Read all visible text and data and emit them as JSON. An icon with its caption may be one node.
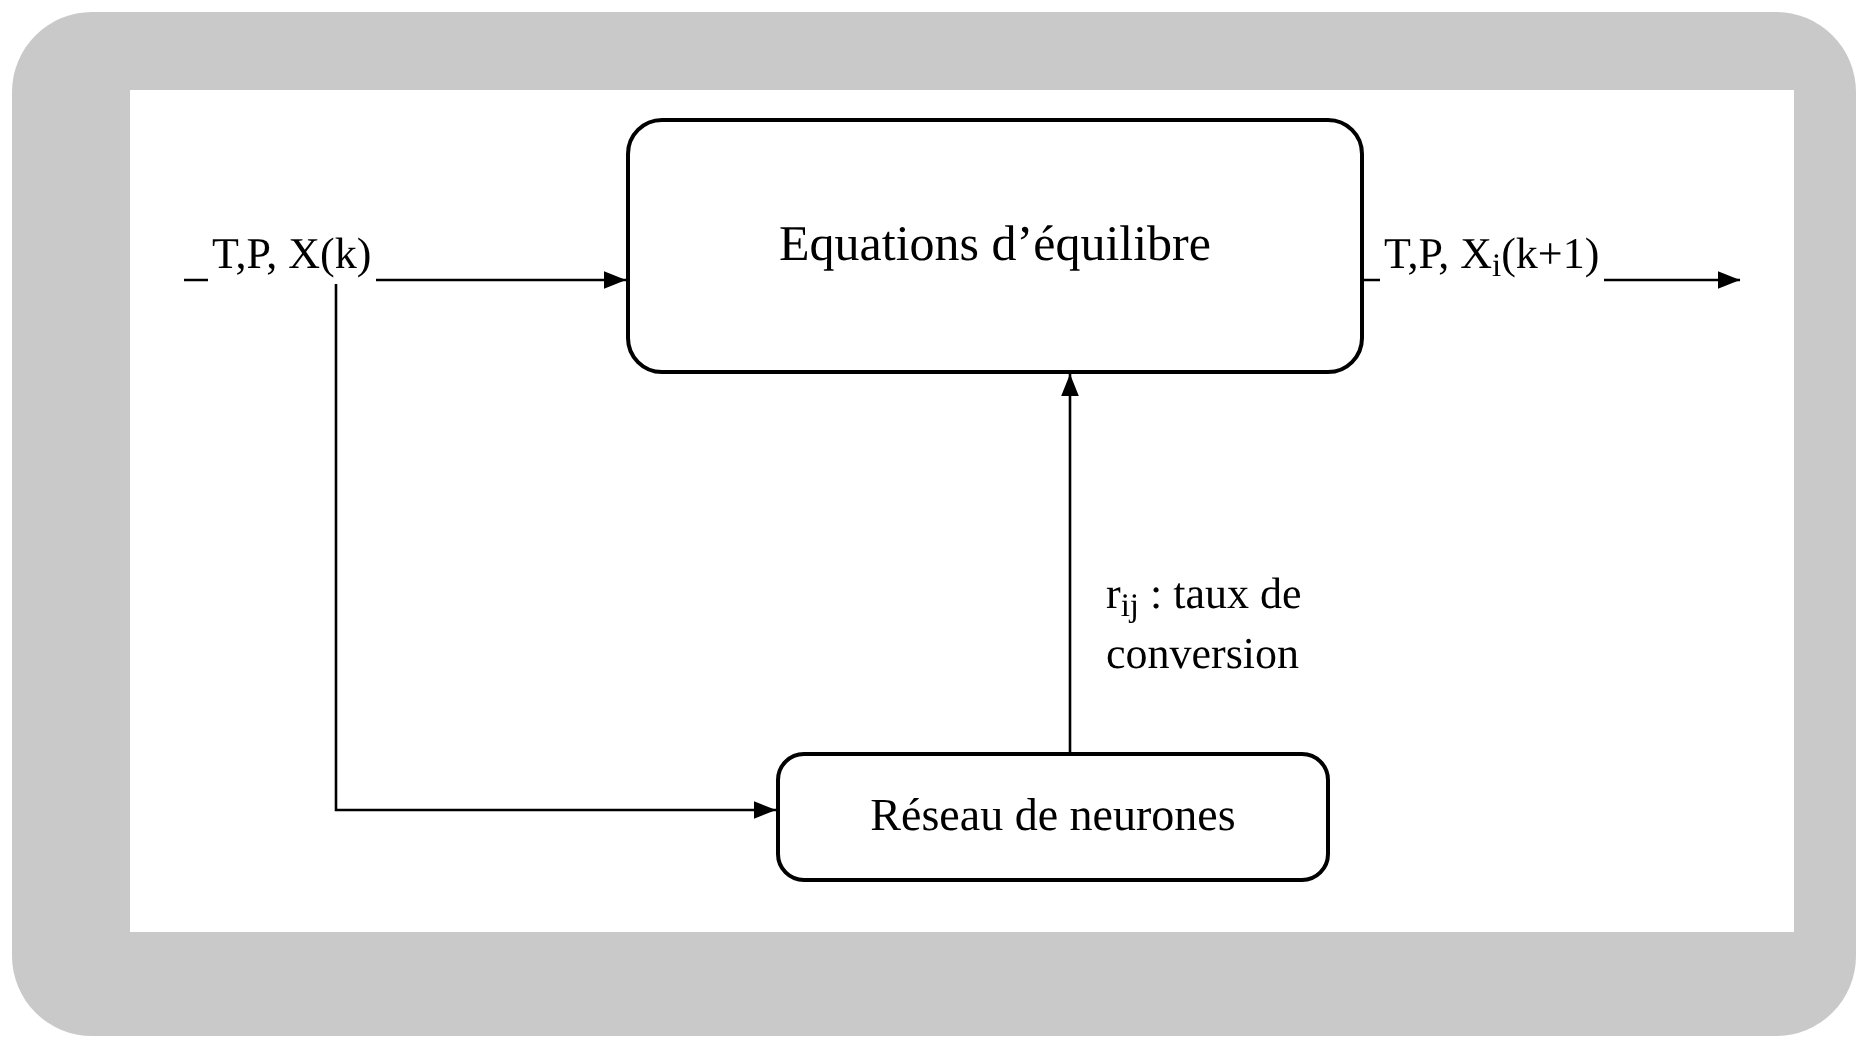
{
  "diagram": {
    "nodes": [
      {
        "text": [
          "Equations d’équilibre"
        ]
      },
      {
        "text": [
          "Réseau de neurones"
        ]
      }
    ],
    "edges": [
      {
        "from": null,
        "to": 0,
        "arrow": "to",
        "label": "T,P, X(k)"
      },
      {
        "from": null,
        "to": 1,
        "arrow": "to"
      },
      {
        "from": 0,
        "to": null,
        "arrow": "to",
        "label": "T,P, X$_{i}$(k+1)"
      },
      {
        "from": 1,
        "to": 0,
        "arrow": "to",
        "label": "r$_{ij}$ : taux de conversion"
      }
    ]
  }
}
